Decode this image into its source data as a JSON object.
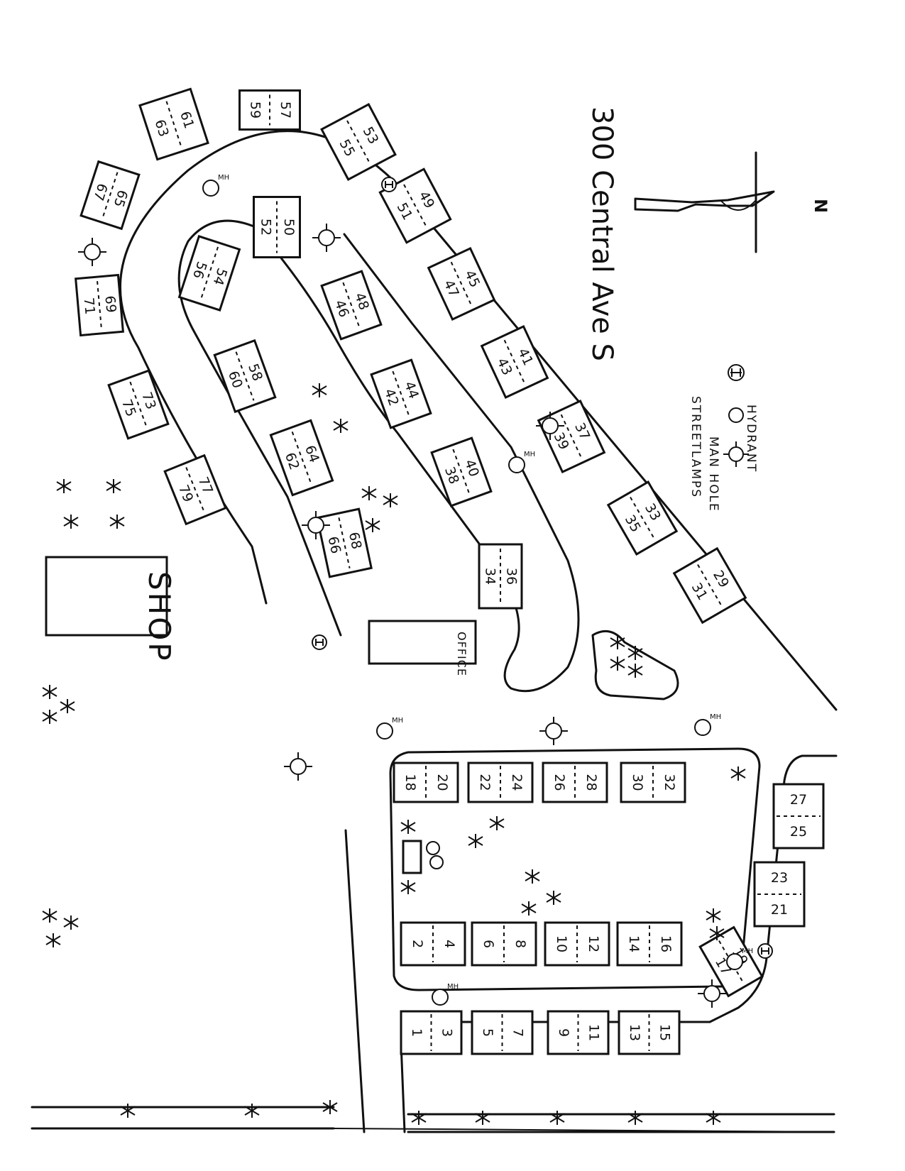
{
  "street_name": "300 Central Ave S",
  "north_label": "N",
  "legend": [
    {
      "symbol": "hydrant-icon",
      "label": "HYDRANT"
    },
    {
      "symbol": "manhole-icon",
      "label": "MAN HOLE"
    },
    {
      "symbol": "streetlamp-icon",
      "label": "STREETLAMPS"
    }
  ],
  "manhole_mark": "MH",
  "buildings": {
    "shop": "SHOP",
    "office": "OFFICE"
  },
  "lots": [
    "1",
    "2",
    "3",
    "4",
    "5",
    "6",
    "7",
    "8",
    "9",
    "10",
    "11",
    "12",
    "13",
    "14",
    "15",
    "16",
    "17",
    "18",
    "19",
    "20",
    "21",
    "22",
    "23",
    "24",
    "25",
    "26",
    "27",
    "28",
    "29",
    "30",
    "31",
    "32",
    "33",
    "34",
    "35",
    "36",
    "37",
    "38",
    "39",
    "40",
    "41",
    "42",
    "43",
    "44",
    "45",
    "46",
    "47",
    "48",
    "49",
    "50",
    "51",
    "52",
    "53",
    "54",
    "55",
    "56",
    "57",
    "58",
    "59",
    "60",
    "61",
    "62",
    "63",
    "64",
    "65",
    "66",
    "67",
    "68",
    "69",
    "71",
    "73",
    "75",
    "77",
    "79"
  ]
}
